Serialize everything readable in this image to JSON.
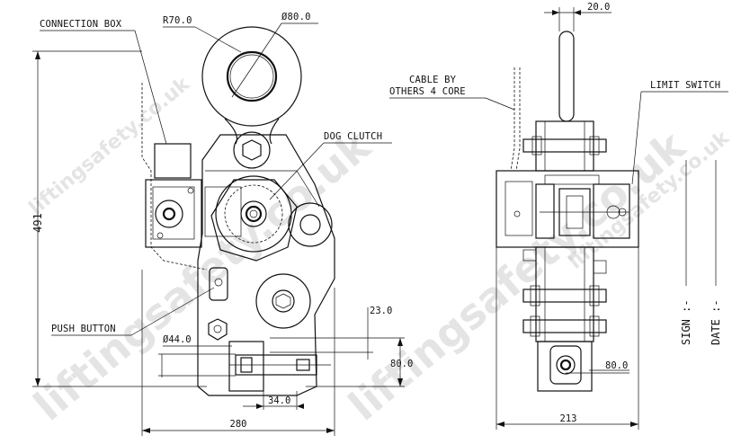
{
  "labels": {
    "connection_box": "CONNECTION BOX",
    "radius": "R70.0",
    "ring_dia": "Ø80.0",
    "dog_clutch": "DOG CLUTCH",
    "push_button": "PUSH BUTTON",
    "cable_line1": "CABLE BY",
    "cable_line2": "OTHERS 4 CORE",
    "limit_switch": "LIMIT SWITCH",
    "sign": "SIGN :-",
    "date": "DATE :-"
  },
  "dimensions": {
    "height_491": "491",
    "width_280": "280",
    "width_213": "213",
    "top_20": "20.0",
    "d23": "23.0",
    "d44": "Ø44.0",
    "d80_left": "80.0",
    "d34": "34.0",
    "d80_right": "80.0"
  },
  "watermark": {
    "text_large": "liftingsafety.co.uk",
    "text_small": "liftingsafety.co.uk"
  }
}
